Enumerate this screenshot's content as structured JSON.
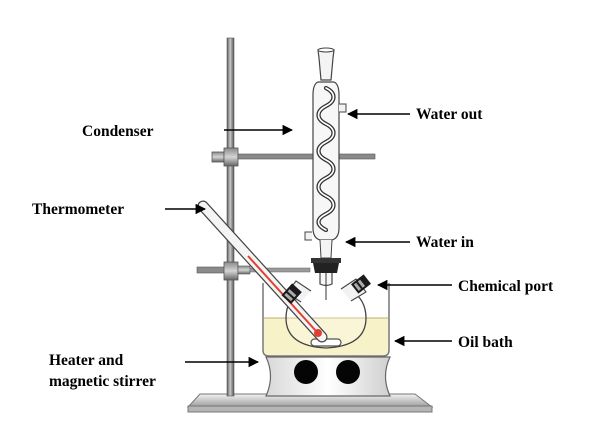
{
  "labels": {
    "condenser": "Condenser",
    "water_out": "Water out",
    "thermometer": "Thermometer",
    "water_in": "Water in",
    "chemical_port": "Chemical port",
    "oil_bath": "Oil bath",
    "heater_line1": "Heater and",
    "heater_line2": "magnetic stirrer"
  }
}
